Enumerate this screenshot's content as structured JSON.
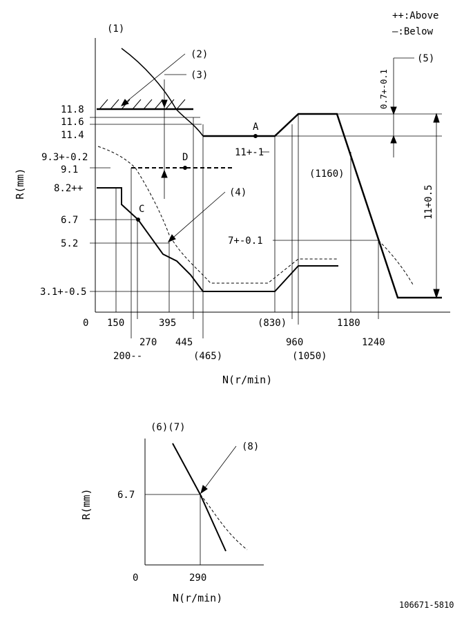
{
  "legend": {
    "above": "++:Above",
    "below": "—:Below"
  },
  "callouts": {
    "c1": "(1)",
    "c2": "(2)",
    "c3": "(3)",
    "c4": "(4)",
    "c5": "(5)",
    "c6c7": "(6)(7)",
    "c8": "(8)"
  },
  "points": {
    "a": "A",
    "c": "C",
    "d": "D"
  },
  "main_chart": {
    "y_axis_label": "R(mm)",
    "x_axis_label": "N(r/min)",
    "origin": "0",
    "y_ticks": [
      "11.8",
      "11.6",
      "11.4",
      "9.3+-0.2",
      "9.1",
      "8.2++",
      "6.7",
      "5.2",
      "3.1+-0.5"
    ],
    "x_ticks": [
      "150",
      "395",
      "(830)",
      "1180",
      "200--",
      "270",
      "445",
      "(465)",
      "960",
      "(1050)",
      "1240"
    ],
    "inner_labels": {
      "p11": "11+-1",
      "p1160": "(1160)",
      "p7": "7+-0.1",
      "tol": "0.7+-0.1",
      "span": "11+0.5"
    }
  },
  "sub_chart": {
    "y_axis_label": "R(mm)",
    "x_axis_label": "N(r/min)",
    "origin": "0",
    "y_tick": "6.7",
    "x_tick": "290"
  },
  "drawing_number": "106671-5810"
}
